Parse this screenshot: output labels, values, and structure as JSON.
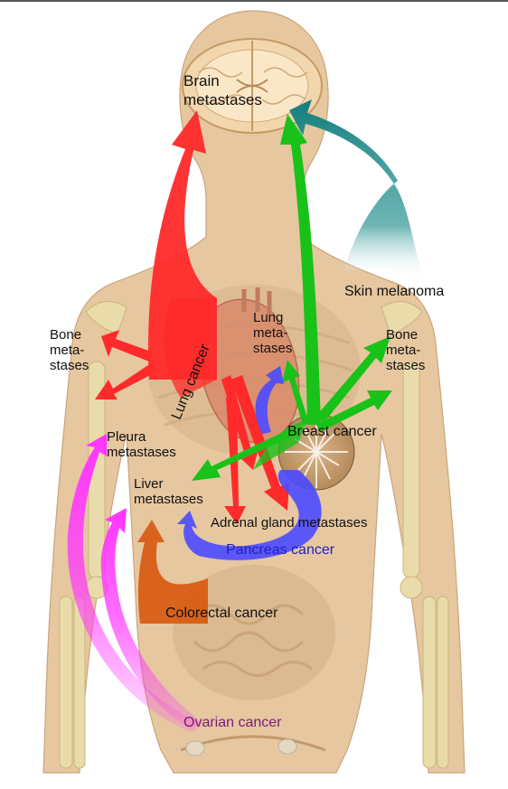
{
  "labels": {
    "brain": [
      "Brain",
      "metastases"
    ],
    "skin": "Skin melanoma",
    "lung_meta": [
      "Lung",
      "meta-",
      "stases"
    ],
    "bone_left": [
      "Bone",
      "meta-",
      "stases"
    ],
    "bone_right": [
      "Bone",
      "meta-",
      "stases"
    ],
    "lung_cancer": "Lung cancer",
    "breast_cancer": "Breast cancer",
    "pleura": [
      "Pleura",
      "metastases"
    ],
    "liver": [
      "Liver",
      "metastases"
    ],
    "adrenal": "Adrenal gland metastases",
    "pancreas": "Pancreas cancer",
    "colorectal": "Colorectal cancer",
    "ovarian": "Ovarian cancer"
  },
  "colors": {
    "lung": "#ff2a2a",
    "breast": "#19c219",
    "skin": "#117c7c",
    "pancreas": "#4a4aff",
    "colorectal": "#d85a10",
    "ovarian": "#ff33ff",
    "pancreas_text": "#2020c0",
    "ovarian_text": "#7a1a7a",
    "body": "#e6c7a0",
    "body_edge": "#caa57c",
    "bone": "#e9d8a6"
  },
  "icons": [
    "brain-icon",
    "heart-icon",
    "lungs-icon",
    "skeleton-arms-icon",
    "intestines-icon",
    "breast-tumor-icon"
  ]
}
